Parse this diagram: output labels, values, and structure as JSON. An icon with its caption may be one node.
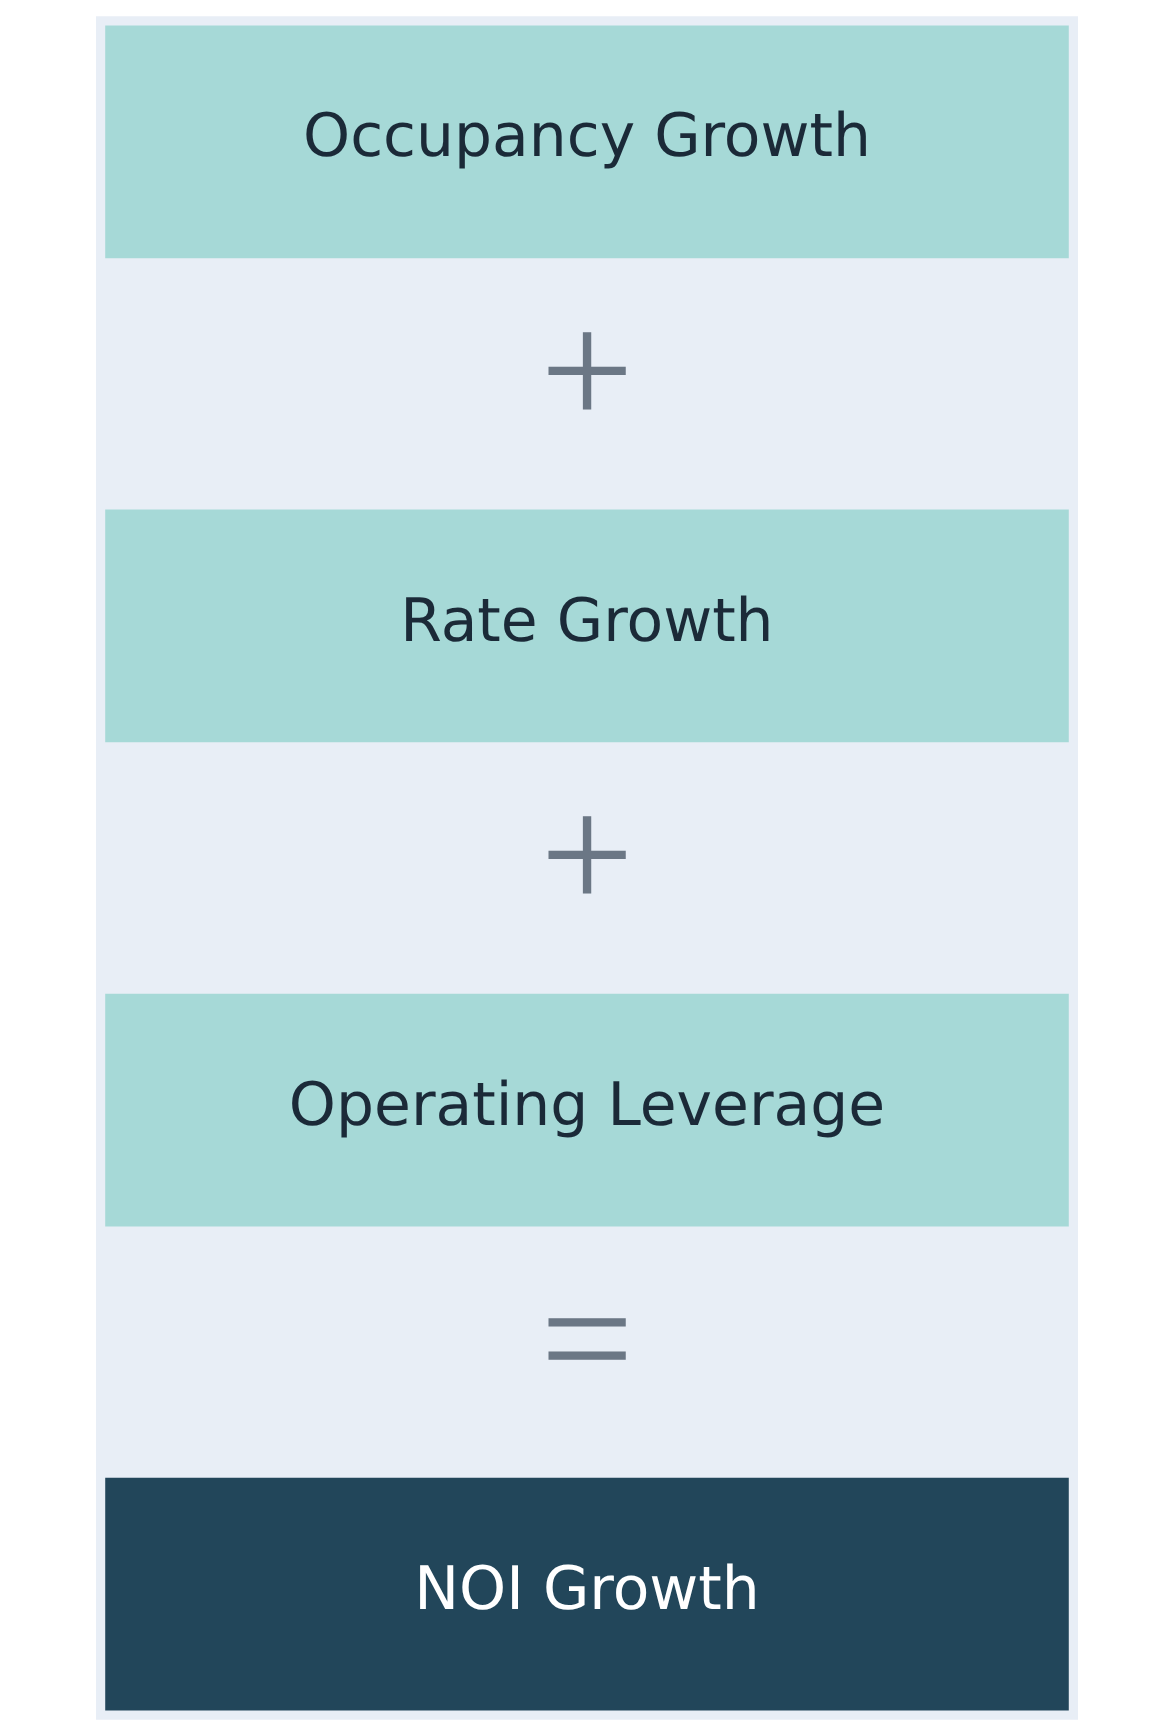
{
  "diagram": {
    "nodes": [
      {
        "text": [
          "Occupancy Growth"
        ]
      },
      {
        "text": [
          "Rate Growth"
        ]
      },
      {
        "text": [
          "Operating Leverage"
        ]
      },
      {
        "text": [
          "NOI Growth"
        ]
      }
    ],
    "labels": [
      "+",
      "+",
      "="
    ]
  }
}
